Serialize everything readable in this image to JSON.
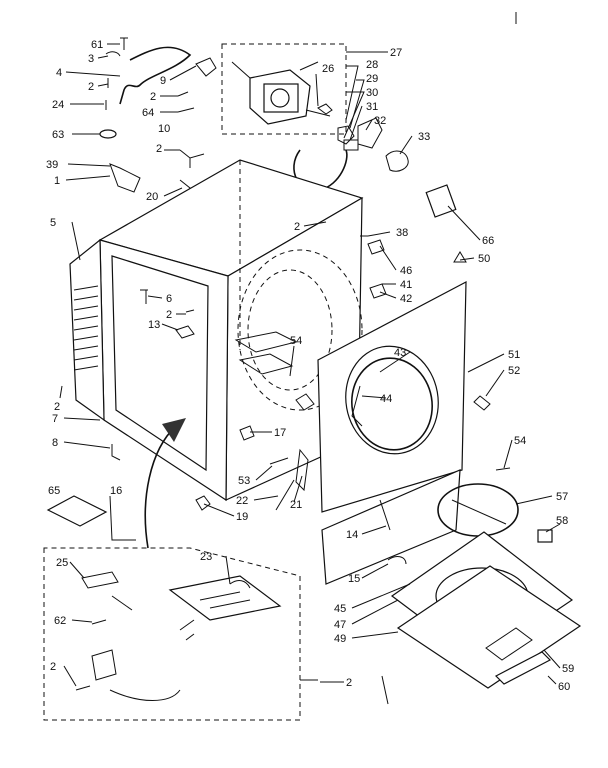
{
  "labels": {
    "l61": "61",
    "l3": "3",
    "l4": "4",
    "l2a": "2",
    "l24": "24",
    "l9": "9",
    "l2b": "2",
    "l64": "64",
    "l63": "63",
    "l10": "10",
    "l2c": "2",
    "l39": "39",
    "l1": "1",
    "l20": "20",
    "l27": "27",
    "l26": "26",
    "l28": "28",
    "l29": "29",
    "l30": "30",
    "l31": "31",
    "l32": "32",
    "l33": "33",
    "l5": "5",
    "l2d": "2",
    "l38": "38",
    "l66": "66",
    "l46": "46",
    "l50": "50",
    "l41": "41",
    "l42": "42",
    "l6": "6",
    "l2e": "2",
    "l13": "13",
    "l54a": "54",
    "l43": "43",
    "l51": "51",
    "l52": "52",
    "l44": "44",
    "l2f": "2",
    "l7": "7",
    "l17": "17",
    "l54b": "54",
    "l8": "8",
    "l53": "53",
    "l65": "65",
    "l16": "16",
    "l22": "22",
    "l21": "21",
    "l19": "19",
    "l57": "57",
    "l14": "14",
    "l58": "58",
    "l23": "23",
    "l25": "25",
    "l15": "15",
    "l62": "62",
    "l45": "45",
    "l47": "47",
    "l49": "49",
    "l2g": "2",
    "l2h": "2",
    "l59": "59",
    "l60": "60"
  }
}
